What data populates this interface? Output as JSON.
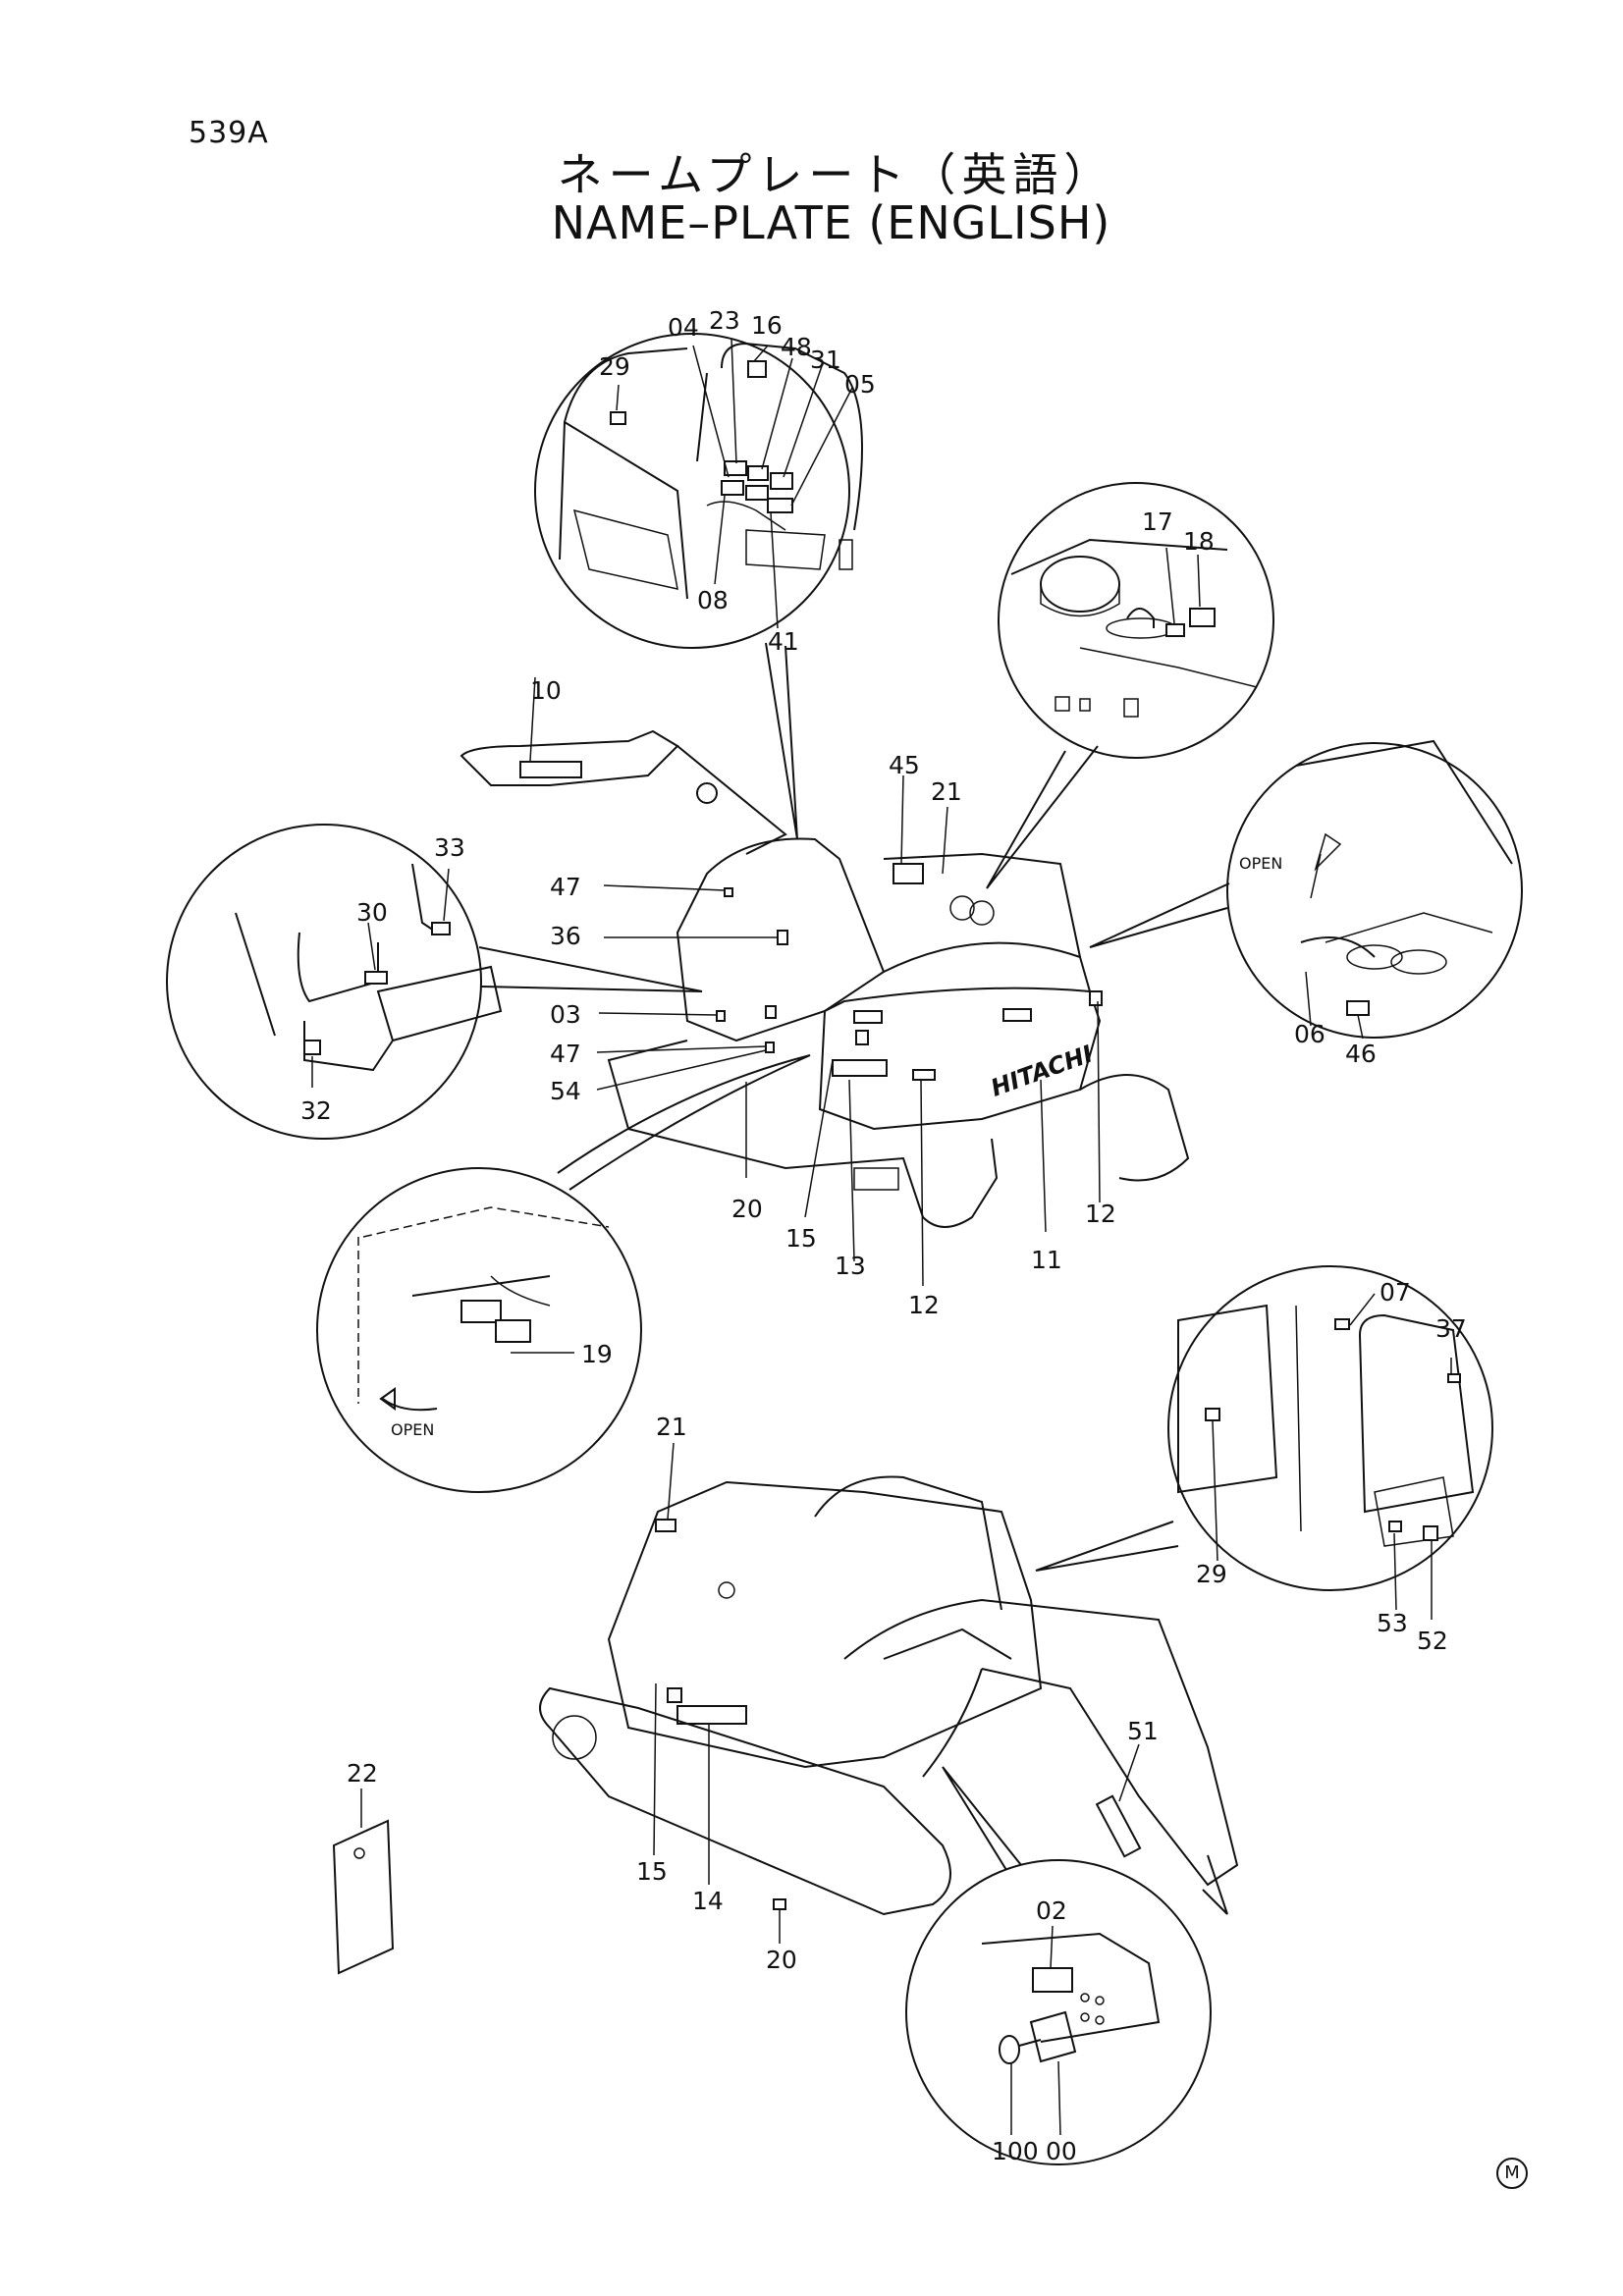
{
  "page_number": "539A",
  "title_jp": "ネームプレート（英語）",
  "title_en": "NAME–PLATE (ENGLISH)",
  "brand_text": "HITACHI",
  "open_text": "OPEN",
  "corner_mark": "M",
  "callouts": [
    "04",
    "23",
    "16",
    "48",
    "31",
    "05",
    "29",
    "08",
    "41",
    "17",
    "18",
    "10",
    "45",
    "21",
    "33",
    "30",
    "47",
    "36",
    "03",
    "47",
    "54",
    "32",
    "20",
    "15",
    "13",
    "12",
    "11",
    "12",
    "06",
    "46",
    "19",
    "07",
    "37",
    "21",
    "29",
    "53",
    "52",
    "51",
    "15",
    "14",
    "20",
    "22",
    "02",
    "00",
    "100"
  ]
}
